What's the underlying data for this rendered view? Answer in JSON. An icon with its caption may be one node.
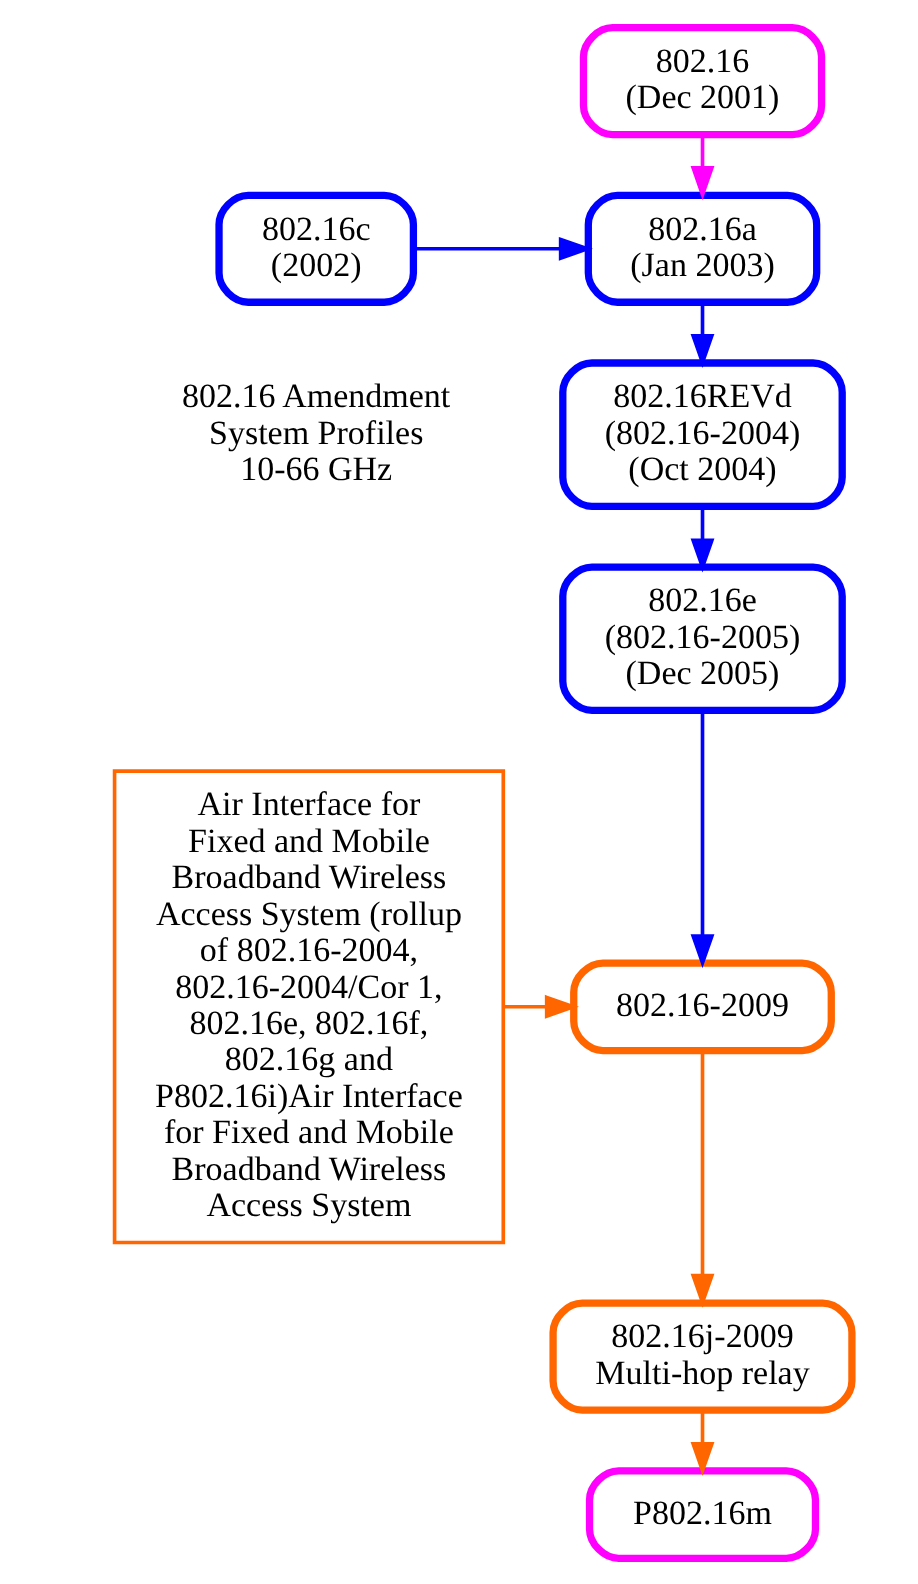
{
  "diagram": {
    "nodes": [
      {
        "text": [
          "802.16",
          "(Dec 2001)"
        ]
      },
      {
        "text": [
          "802.16c",
          "(2002)"
        ],
        "beside": [
          "802.16 Amendment System Profiles 10-66 GHz"
        ]
      },
      {
        "text": [
          "802.16a",
          "(Jan 2003)"
        ]
      },
      {
        "text": [
          "802.16REVd",
          "(802.16-2004)",
          "(Oct 2004)"
        ]
      },
      {
        "text": [
          "802.16e",
          "(802.16-2005)",
          "(Dec 2005)"
        ]
      },
      {
        "text": [
          "Air Interface for Fixed and Mobile Broadband Wireless Access System (rollup of 802.16-2004, 802.16-2004/Cor 1, 802.16e, 802.16f, 802.16g and P802.16i)Air Interface for Fixed and Mobile Broadband Wireless Access System"
        ]
      },
      {
        "text": [
          "802.16-2009"
        ]
      },
      {
        "text": [
          "802.16j-2009",
          "Multi-hop relay"
        ]
      },
      {
        "text": [
          "P802.16m"
        ]
      }
    ],
    "edges": [
      {
        "from": 0,
        "to": 2,
        "arrow": "to",
        "color": "#ff00ff"
      },
      {
        "from": 1,
        "to": 2,
        "arrow": "to"
      },
      {
        "from": 2,
        "to": 3,
        "arrow": "to"
      },
      {
        "from": 3,
        "to": 4,
        "arrow": "to"
      },
      {
        "from": 4,
        "to": 6,
        "arrow": "to"
      },
      {
        "from": 5,
        "to": 6,
        "arrow": "to",
        "color": "#ff6600"
      },
      {
        "from": 6,
        "to": 7,
        "arrow": "to",
        "color": "#ff6600"
      },
      {
        "from": 7,
        "to": 8,
        "arrow": "to",
        "color": "#ff6600"
      }
    ]
  }
}
